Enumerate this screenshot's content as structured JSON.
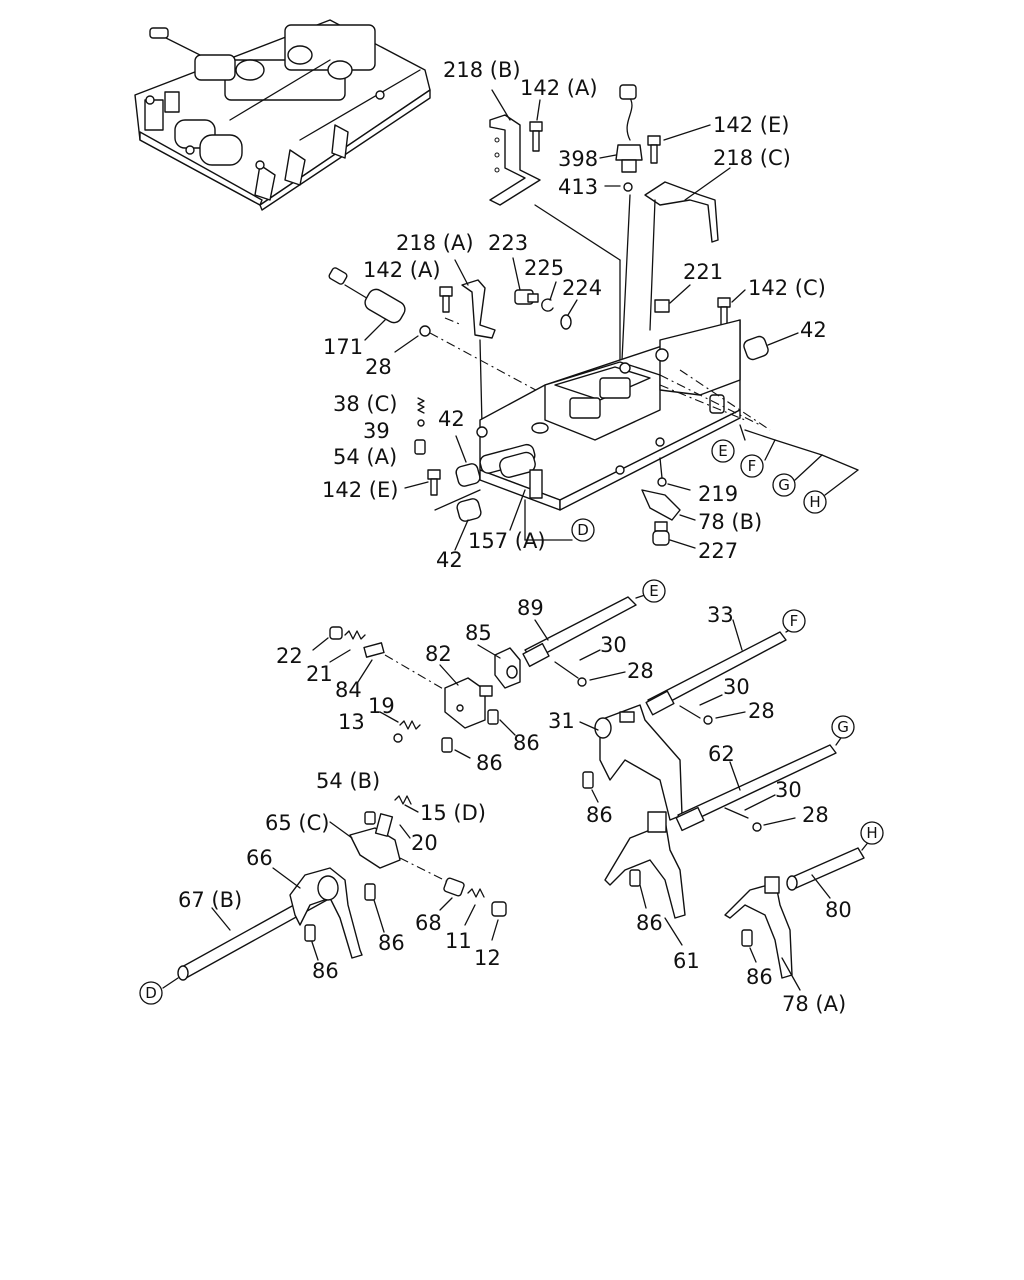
{
  "diagram": {
    "labels": {
      "l218b": "218 (B)",
      "l142a_top": "142 (A)",
      "l142e_top": "142 (E)",
      "l398": "398",
      "l413": "413",
      "l218c": "218 (C)",
      "l218a": "218 (A)",
      "l223": "223",
      "l225": "225",
      "l224": "224",
      "l142a_mid": "142 (A)",
      "l221": "221",
      "l142c": "142 (C)",
      "l42_right": "42",
      "l171": "171",
      "l28_mid": "28",
      "l38c": "38 (C)",
      "l39": "39",
      "l54a": "54 (A)",
      "l42_mid": "42",
      "l142e_mid": "142 (E)",
      "l219": "219",
      "l78b": "78 (B)",
      "l227": "227",
      "l157a": "157 (A)",
      "l42_low": "42",
      "l89": "89",
      "l33": "33",
      "l85": "85",
      "l30_a": "30",
      "l28_a": "28",
      "l82": "82",
      "l22": "22",
      "l21": "21",
      "l84": "84",
      "l19": "19",
      "l13": "13",
      "l86_a": "86",
      "l86_b": "86",
      "l30_b": "30",
      "l28_b": "28",
      "l31": "31",
      "l86_c": "86",
      "l62": "62",
      "l30_c": "30",
      "l28_c": "28",
      "l54b": "54 (B)",
      "l15d": "15 (D)",
      "l65c": "65 (C)",
      "l20": "20",
      "l66": "66",
      "l67b": "67 (B)",
      "l86_d": "86",
      "l86_e": "86",
      "l68": "68",
      "l11": "11",
      "l12": "12",
      "l86_f": "86",
      "l61": "61",
      "l80": "80",
      "l86_g": "86",
      "l78a": "78 (A)"
    },
    "refs": {
      "D": "D",
      "E": "E",
      "F": "F",
      "G": "G",
      "H": "H"
    }
  }
}
